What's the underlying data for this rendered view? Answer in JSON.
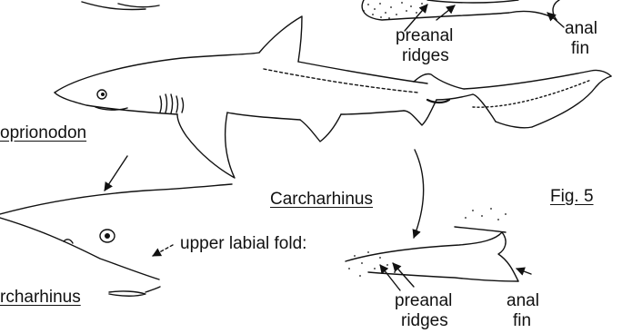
{
  "labels": {
    "top_preanal": "preanal",
    "top_ridges": "ridges",
    "top_anal": "anal",
    "top_fin": "fin",
    "genus_left_top": "oprionodon",
    "genus_center": "Carcharhinus",
    "figure": "Fig. 5",
    "upper_labial_fold": "upper labial fold:",
    "genus_left_bottom": "rcharhinus",
    "bottom_preanal": "preanal",
    "bottom_ridges": "ridges",
    "bottom_anal": "anal",
    "bottom_fin": "fin"
  },
  "colors": {
    "ink": "#111111",
    "background": "#ffffff"
  }
}
